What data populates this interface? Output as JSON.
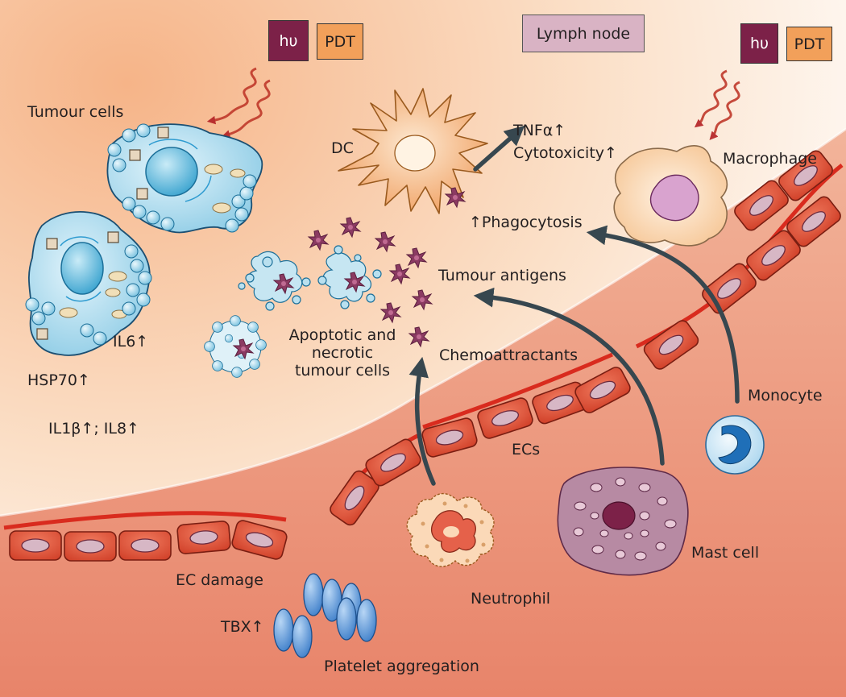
{
  "light_source": {
    "symbol": "hυ",
    "treatment": "PDT"
  },
  "lymph_node": "Lymph node",
  "labels": {
    "tumour_cells": "Tumour cells",
    "dc": "DC",
    "tnf": "TNFα↑",
    "cytotoxicity": "Cytotoxicity↑",
    "macrophage": "Macrophage",
    "phagocytosis": "↑Phagocytosis",
    "tumour_antigens": "Tumour antigens",
    "apoptotic": "Apoptotic and necrotic tumour cells",
    "chemoattractants": "Chemoattractants",
    "il6": "IL6↑",
    "hsp70": "HSP70↑",
    "il1b_il8": "IL1β↑; IL8↑",
    "monocyte": "Monocyte",
    "ecs": "ECs",
    "mast_cell": "Mast cell",
    "ec_damage": "EC damage",
    "neutrophil": "Neutrophil",
    "tbx": "TBX↑",
    "platelet_aggregation": "Platelet aggregation"
  },
  "colors": {
    "tissue_orange": "#f7c49a",
    "vessel_wall": "#d92b1e",
    "endothelial_cell": "#e0563e",
    "tumour_cell": "#a8d8ea",
    "arrow": "#37474f",
    "light_ray": "#c0392b",
    "antigen": "#8b3a62"
  }
}
